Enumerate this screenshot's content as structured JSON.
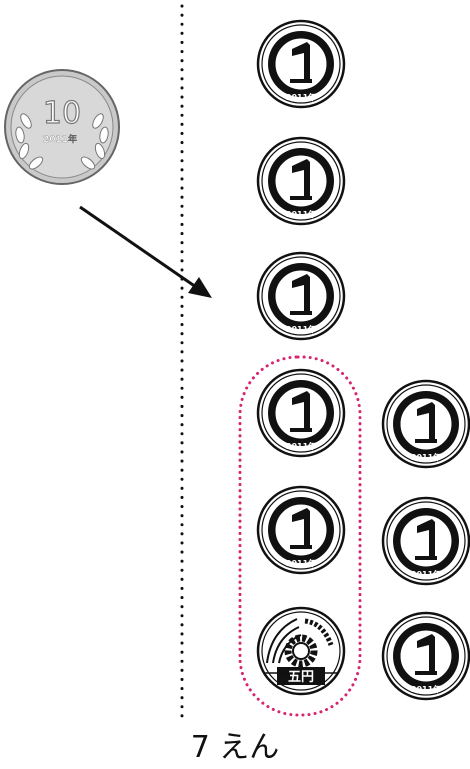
{
  "caption": "7 えん",
  "coin_year": "2011",
  "coin_year_suffix": "年",
  "ten_yen": {
    "value": "10"
  },
  "one_yen": {
    "value": "1",
    "count": 8
  },
  "five_yen": {
    "label": "五円",
    "count": 1
  },
  "colors": {
    "dotted_divider": "#111111",
    "group_outline": "#d6246e",
    "coin_dark": "#111111",
    "ten_yen_face": "#c9c9c9"
  },
  "icons": {
    "arrow": "arrow-right-down-icon"
  }
}
